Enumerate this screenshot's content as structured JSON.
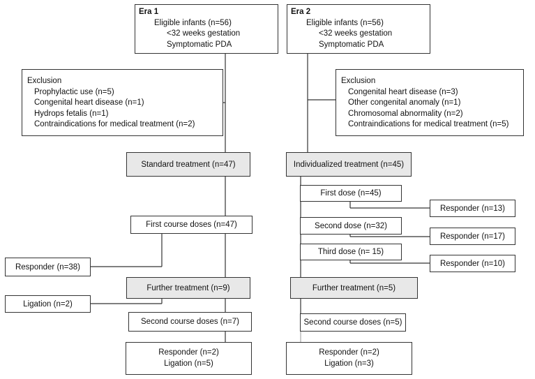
{
  "era1": {
    "title": "Era 1",
    "eligible": "Eligible infants (n=56)",
    "criteria": [
      "<32 weeks gestation",
      "Symptomatic PDA"
    ],
    "exclusion": {
      "title": "Exclusion",
      "items": [
        "Prophylactic use (n=5)",
        "Congenital heart disease (n=1)",
        "Hydrops fetalis (n=1)",
        "Contraindications for medical treatment (n=2)"
      ]
    },
    "treatment": "Standard treatment (n=47)",
    "first_course": "First course doses (n=47)",
    "responder_first": "Responder (n=38)",
    "further": "Further treatment (n=9)",
    "ligation": "Ligation (n=2)",
    "second_course": "Second course doses (n=7)",
    "outcome": [
      "Responder (n=2)",
      "Ligation (n=5)"
    ]
  },
  "era2": {
    "title": "Era 2",
    "eligible": "Eligible infants (n=56)",
    "criteria": [
      "<32 weeks gestation",
      "Symptomatic PDA"
    ],
    "exclusion": {
      "title": "Exclusion",
      "items": [
        "Congenital heart disease (n=3)",
        "Other congenital anomaly (n=1)",
        "Chromosomal abnormality (n=2)",
        "Contraindications for medical treatment (n=5)"
      ]
    },
    "treatment": "Individualized treatment (n=45)",
    "doses": [
      {
        "label": "First dose (n=45)",
        "responder": "Responder (n=13)"
      },
      {
        "label": "Second dose (n=32)",
        "responder": "Responder (n=17)"
      },
      {
        "label": "Third dose (n= 15)",
        "responder": "Responder (n=10)"
      }
    ],
    "further": "Further treatment (n=5)",
    "second_course": "Second course doses (n=5)",
    "outcome": [
      "Responder (n=2)",
      "Ligation (n=3)"
    ]
  }
}
